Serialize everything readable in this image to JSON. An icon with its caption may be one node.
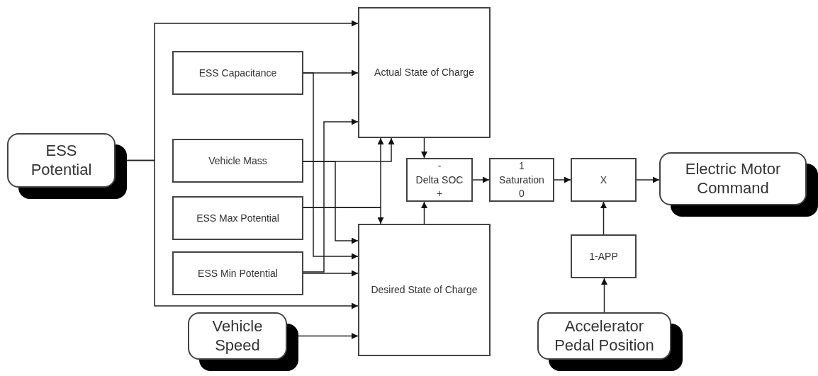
{
  "diagram": {
    "nodes": [
      {
        "text": [
          "ESS Potential"
        ]
      },
      {
        "text": [
          "ESS Capacitance"
        ]
      },
      {
        "text": [
          "Vehicle Mass"
        ]
      },
      {
        "text": [
          "ESS Max Potential"
        ]
      },
      {
        "text": [
          "ESS Min Potential"
        ]
      },
      {
        "text": [
          "Actual State of Charge"
        ]
      },
      {
        "text": [
          "Desired State of Charge"
        ]
      },
      {
        "text": [
          "-",
          "Delta SOC",
          "+"
        ]
      },
      {
        "text": [
          "1",
          "Saturation",
          "0"
        ]
      },
      {
        "text": [
          "X"
        ]
      },
      {
        "text": [
          "Electric Motor Command"
        ]
      },
      {
        "text": [
          "1-APP"
        ]
      },
      {
        "text": [
          "Vehicle Speed"
        ]
      },
      {
        "text": [
          "Accelerator Pedal Position"
        ]
      }
    ],
    "edges": [
      {
        "from": 0,
        "to": 5,
        "arrow": "to"
      },
      {
        "from": 0,
        "to": 6,
        "arrow": "to"
      },
      {
        "from": 1,
        "to": 5,
        "arrow": "to"
      },
      {
        "from": 1,
        "to": 6,
        "arrow": "to"
      },
      {
        "from": 2,
        "to": 5,
        "arrow": "to"
      },
      {
        "from": 2,
        "to": 6,
        "arrow": "to"
      },
      {
        "from": 3,
        "to": 5,
        "arrow": "to"
      },
      {
        "from": 3,
        "to": 6,
        "arrow": "to"
      },
      {
        "from": 4,
        "to": 5,
        "arrow": "to"
      },
      {
        "from": 4,
        "to": 6,
        "arrow": "to"
      },
      {
        "from": 12,
        "to": 6,
        "arrow": "to"
      },
      {
        "from": 5,
        "to": 7,
        "arrow": "to"
      },
      {
        "from": 6,
        "to": 7,
        "arrow": "to"
      },
      {
        "from": 7,
        "to": 8,
        "arrow": "to"
      },
      {
        "from": 8,
        "to": 9,
        "arrow": "to"
      },
      {
        "from": 9,
        "to": 10,
        "arrow": "to"
      },
      {
        "from": 11,
        "to": 9,
        "arrow": "to"
      },
      {
        "from": 13,
        "to": 11,
        "arrow": "to"
      }
    ]
  }
}
